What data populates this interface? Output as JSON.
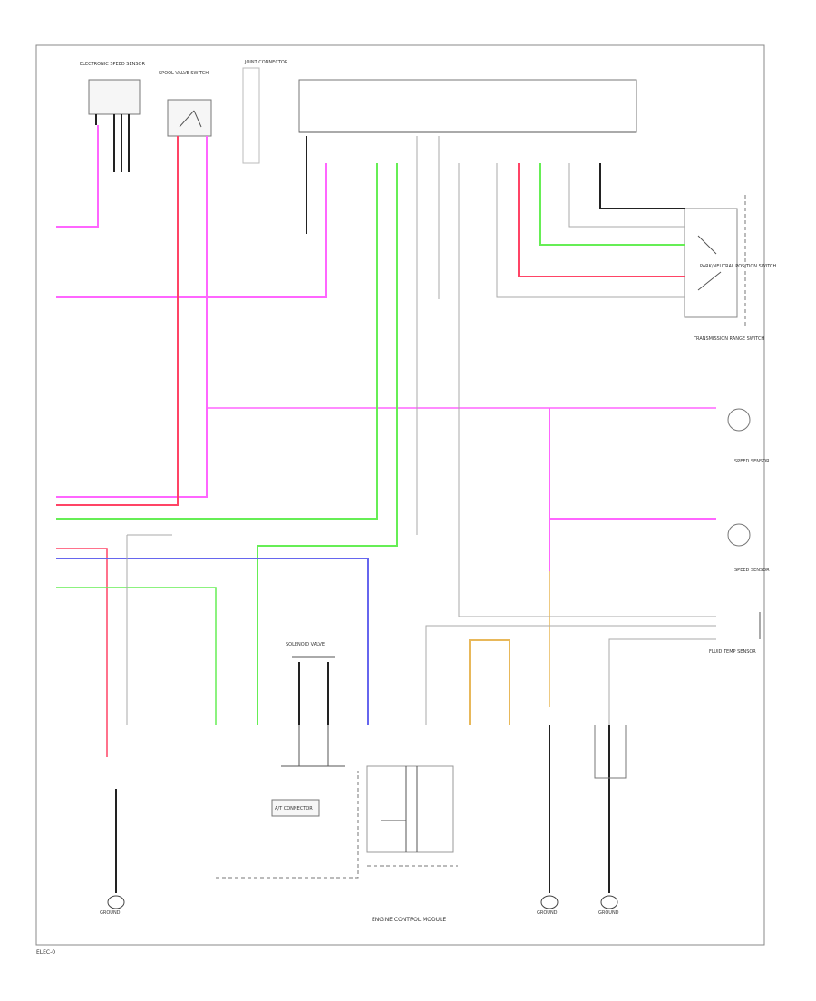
{
  "footer": {
    "code": "ELEC-0"
  },
  "title_bottom": "ENGINE CONTROL MODULE",
  "colors": {
    "pink": "#ff66ff",
    "red": "#ff4466",
    "green": "#66ee55",
    "blue": "#6666ee",
    "orange": "#e8b85a",
    "dark": "#222222",
    "gray": "#aaaaaa"
  },
  "labels": {
    "top_left_component": "ELECTRONIC SPEED SENSOR",
    "top_mid_component": "SPOOL VALVE SWITCH",
    "top_right_header": "JOINT CONNECTOR",
    "relay_switch": "PARK/NEUTRAL POSITION SWITCH",
    "range_switch": "TRANSMISSION RANGE SWITCH",
    "sensor_a": "SPEED SENSOR",
    "sensor_b": "SPEED SENSOR",
    "solenoid_module": "SOLENOID VALVE",
    "bottom_left_ground": "GROUND",
    "bottom_ground_a": "GROUND",
    "bottom_ground_b": "GROUND",
    "connector_mid": "A/T CONNECTOR",
    "fluid_temp": "FLUID TEMP SENSOR"
  }
}
